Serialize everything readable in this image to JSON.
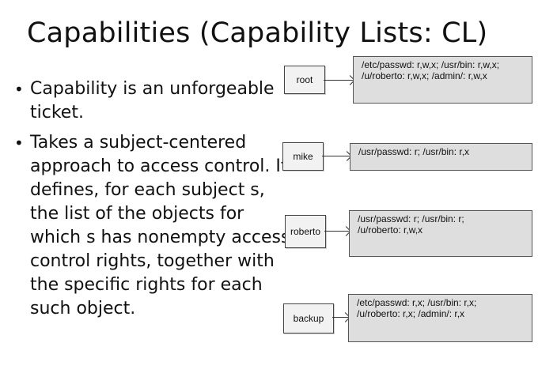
{
  "slide": {
    "title": "Capabilities (Capability Lists: CL)",
    "bullets": [
      "Capability is an unforgeable ticket.",
      "Takes a subject-centered approach to access control. It defines, for each subject s, the list of the objects for which s has nonempty access control rights, together with the specific rights for each such object."
    ]
  },
  "capability_lists": [
    {
      "subject": "root",
      "capabilities": "/etc/passwd: r,w,x; /usr/bin: r,w,x;\n/u/roberto: r,w,x; /admin/: r,w,x"
    },
    {
      "subject": "mike",
      "capabilities": "/usr/passwd: r; /usr/bin: r,x"
    },
    {
      "subject": "roberto",
      "capabilities": "/usr/passwd: r; /usr/bin: r;\n/u/roberto: r,w,x"
    },
    {
      "subject": "backup",
      "capabilities": "/etc/passwd: r,x; /usr/bin: r,x;\n/u/roberto: r,x; /admin/: r,x"
    }
  ]
}
